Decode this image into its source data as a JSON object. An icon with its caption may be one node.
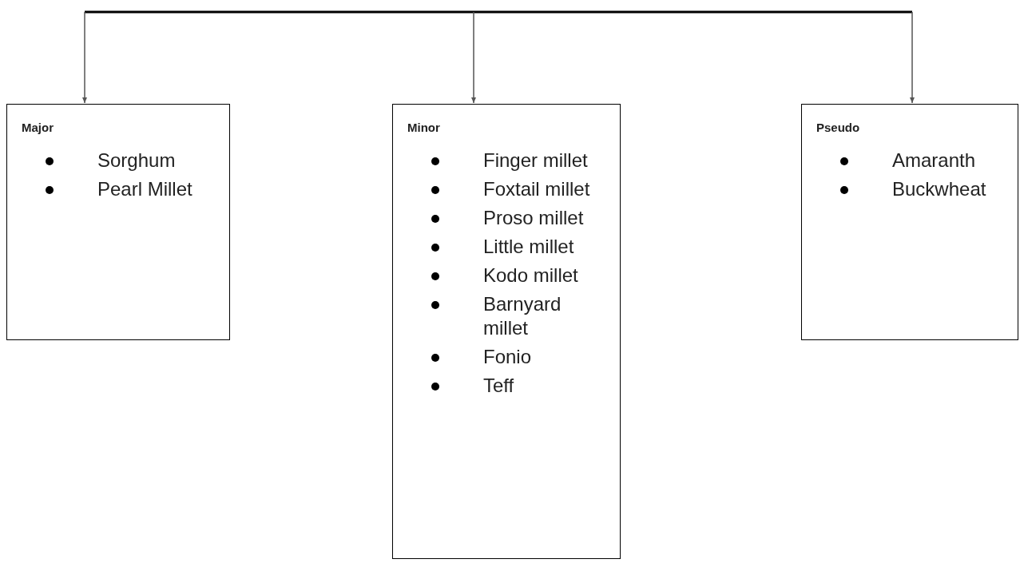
{
  "diagram": {
    "nodes": [
      {
        "text": [
          "Major",
          "Sorghum",
          "Pearl Millet"
        ]
      },
      {
        "text": [
          "Minor",
          "Finger millet",
          "Foxtail millet",
          "Proso millet",
          "Little millet",
          "Kodo millet",
          "Barnyard millet",
          "Fonio",
          "Teff"
        ]
      },
      {
        "text": [
          "Pseudo",
          "Amaranth",
          "Buckwheat"
        ]
      }
    ],
    "edges": [
      {
        "from": null,
        "to": 0,
        "arrow": "to"
      },
      {
        "from": null,
        "to": 1,
        "arrow": "to"
      },
      {
        "from": null,
        "to": 2,
        "arrow": "to"
      }
    ]
  }
}
